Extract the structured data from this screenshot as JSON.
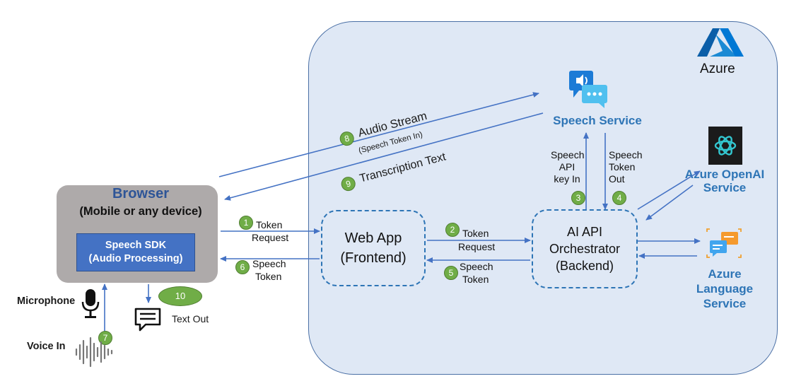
{
  "azure": {
    "label": "Azure"
  },
  "browser": {
    "title": "Browser",
    "subtitle": "(Mobile or any device)"
  },
  "sdk": {
    "line1": "Speech SDK",
    "line2": "(Audio Processing)"
  },
  "webapp": {
    "line1": "Web App",
    "line2": "(Frontend)"
  },
  "orchestrator": {
    "line1": "AI API",
    "line2": "Orchestrator",
    "line3": "(Backend)"
  },
  "speech_service": {
    "label": "Speech Service"
  },
  "openai": {
    "line1": "Azure OpenAI",
    "line2": "Service"
  },
  "language": {
    "line1": "Azure",
    "line2": "Language",
    "line3": "Service"
  },
  "microphone": {
    "label": "Microphone"
  },
  "voice_in": {
    "label": "Voice In"
  },
  "text_out": {
    "label": "Text Out"
  },
  "flows": {
    "f1": {
      "num": "1",
      "line1": "Token",
      "line2": "Request"
    },
    "f2": {
      "num": "2",
      "line1": "Token",
      "line2": "Request"
    },
    "f3": {
      "num": "3",
      "line1": "Speech",
      "line2": "API",
      "line3": "key In"
    },
    "f4": {
      "num": "4",
      "line1": "Speech",
      "line2": "Token",
      "line3": "Out"
    },
    "f5": {
      "num": "5",
      "line1": "Speech",
      "line2": "Token"
    },
    "f6": {
      "num": "6",
      "line1": "Speech",
      "line2": "Token"
    },
    "f7": {
      "num": "7"
    },
    "f8": {
      "num": "8",
      "label": "Audio Stream",
      "sublabel": "(Speech Token In)"
    },
    "f9": {
      "num": "9",
      "label": "Transcription Text"
    },
    "f10": {
      "num": "10"
    }
  },
  "colors": {
    "arrow": "#4472c4",
    "badge": "#70ad47",
    "dashed_border": "#2e75b6",
    "azure_region": "#dfe8f5",
    "browser": "#aeaaaa",
    "sdk": "#4472c4"
  }
}
